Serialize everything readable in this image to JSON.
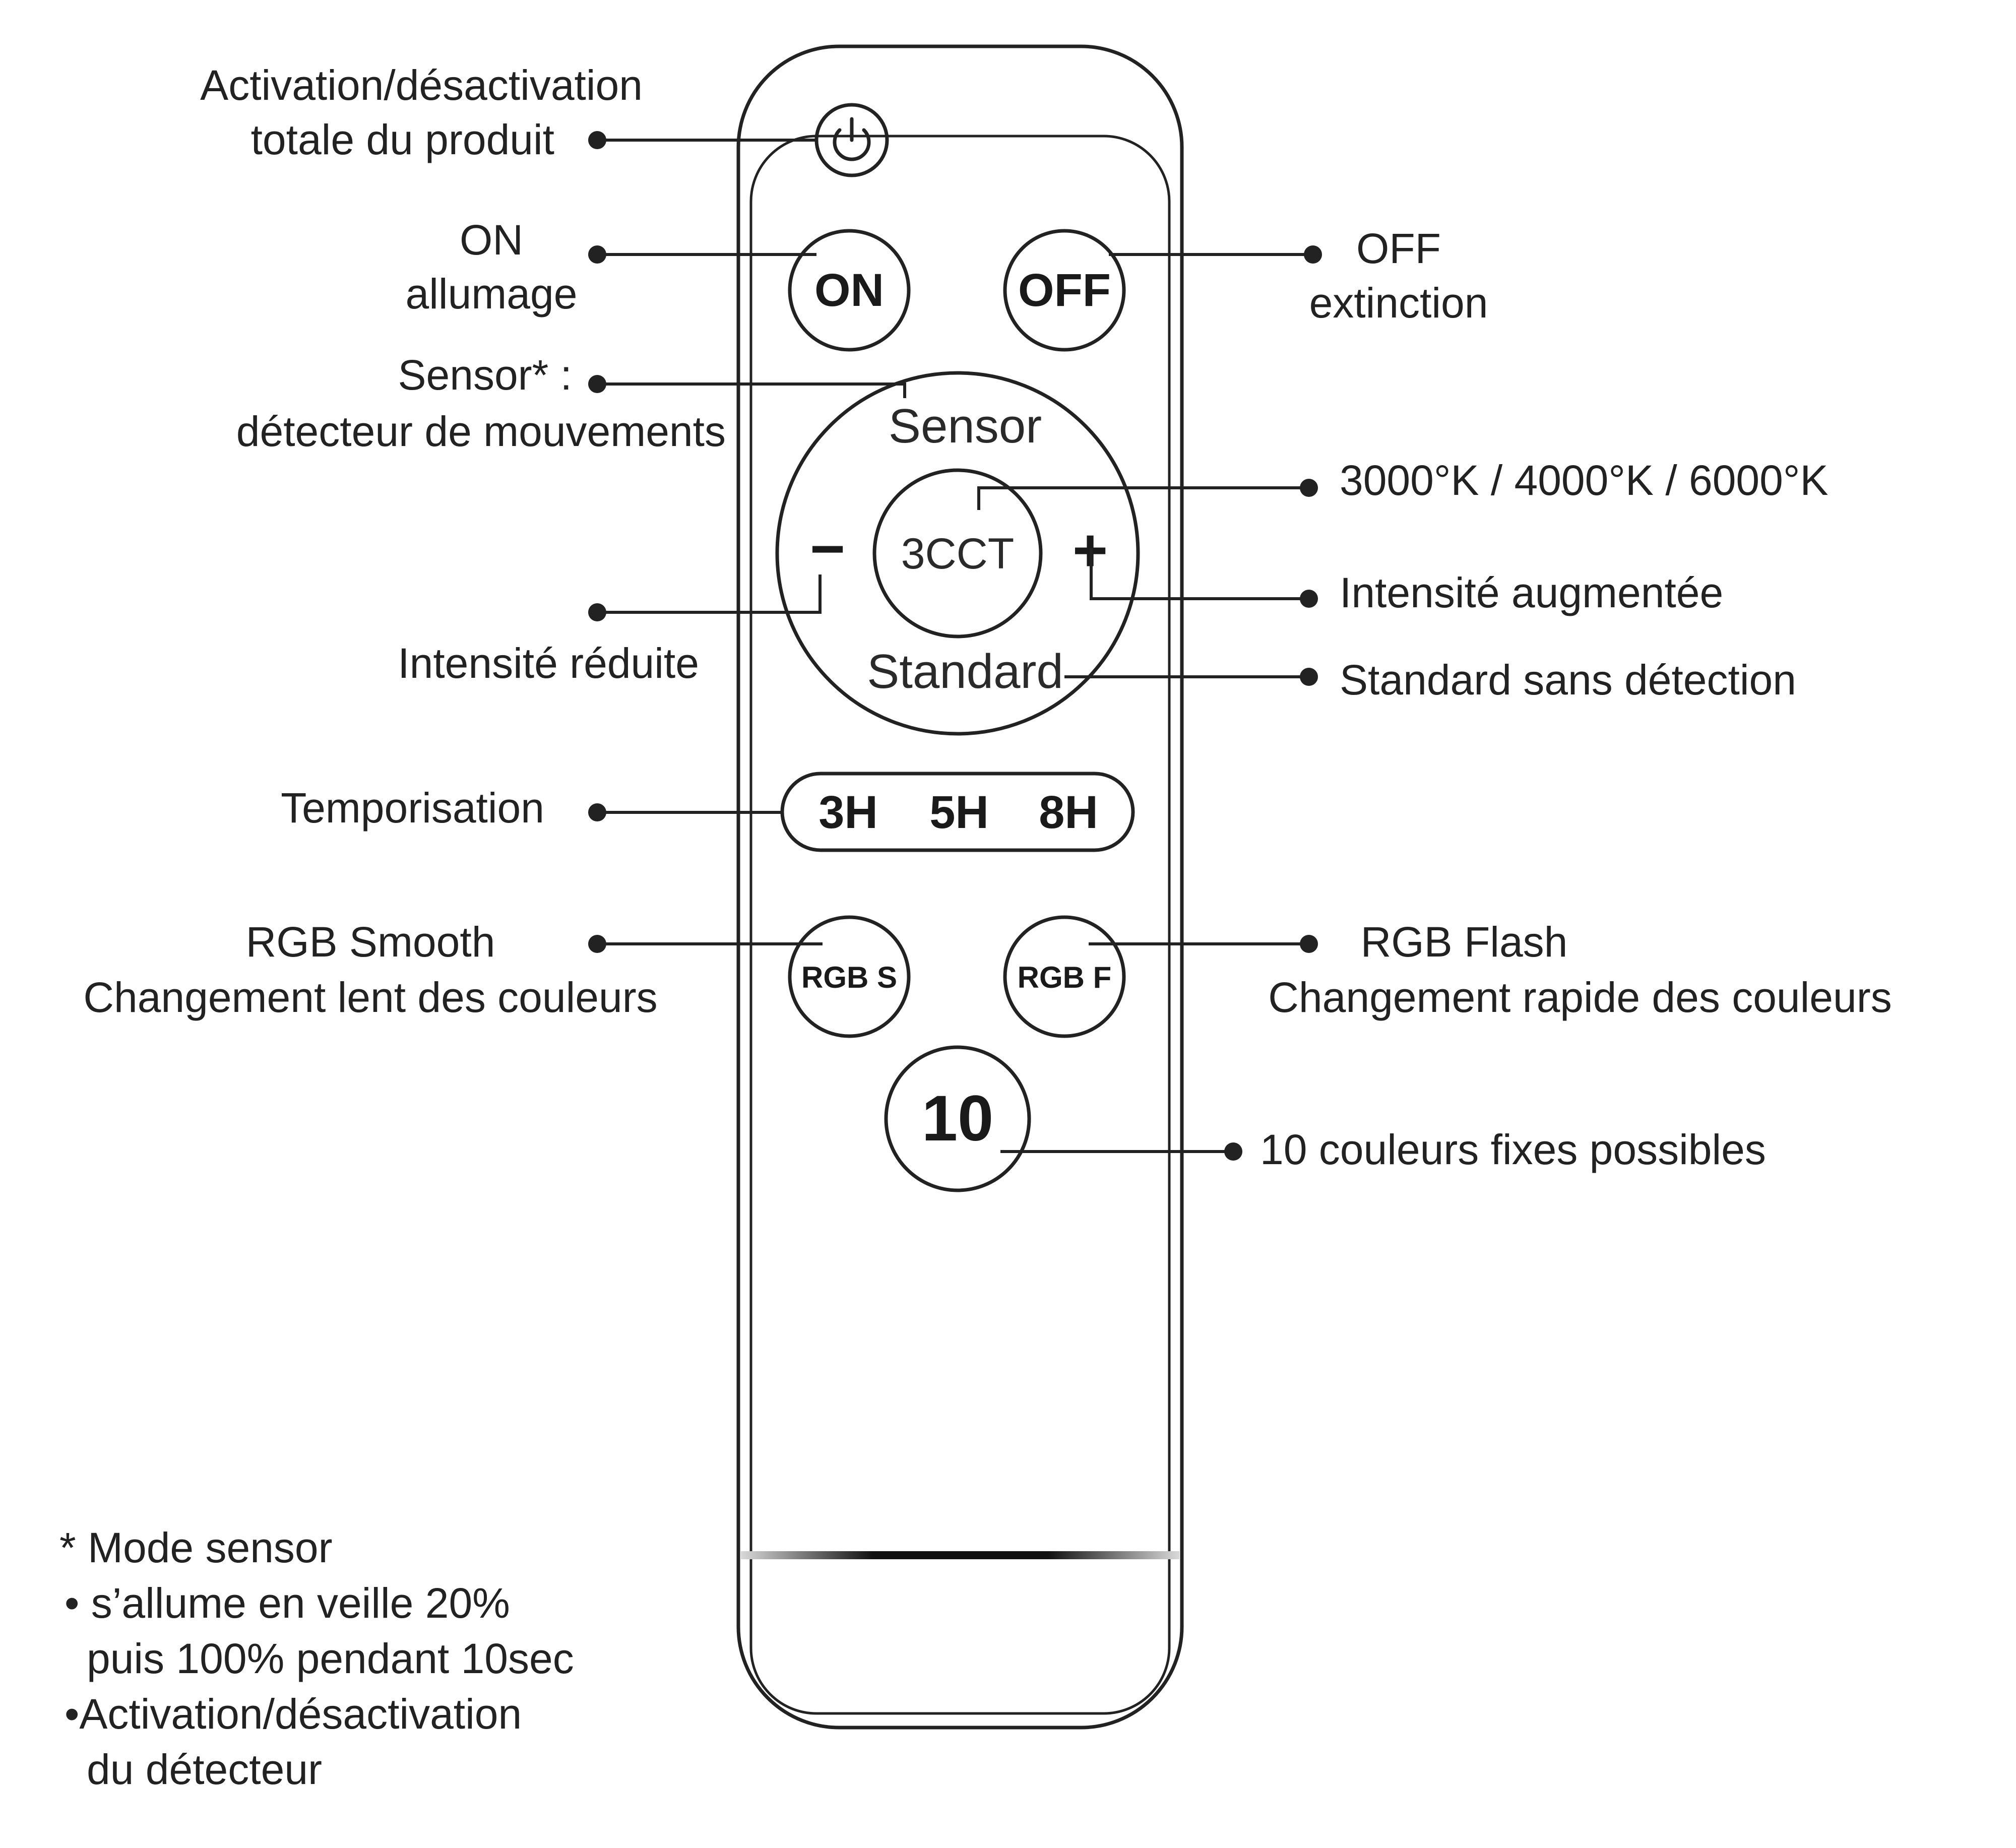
{
  "remote": {
    "buttons": {
      "on": "ON",
      "off": "OFF",
      "sensor": "Sensor",
      "cct": "3CCT",
      "minus": "−",
      "plus": "+",
      "standard": "Standard",
      "timer_3h": "3H",
      "timer_5h": "5H",
      "timer_8h": "8H",
      "rgb_s": "RGB S",
      "rgb_f": "RGB F",
      "ten": "10"
    }
  },
  "labels": {
    "power_1": "Activation/désactivation",
    "power_2": "totale du produit",
    "on_1": "ON",
    "on_2": "allumage",
    "off_1": "OFF",
    "off_2": "extinction",
    "sensor_1": "Sensor* :",
    "sensor_2": "détecteur de mouvements",
    "cct": "3000°K / 4000°K / 6000°K",
    "plus": "Intensité augmentée",
    "minus": "Intensité réduite",
    "standard": "Standard sans détection",
    "timer": "Temporisation",
    "rgb_s_1": "RGB Smooth",
    "rgb_s_2": "Changement lent des couleurs",
    "rgb_f_1": "RGB Flash",
    "rgb_f_2": "Changement rapide des couleurs",
    "ten": "10 couleurs fixes possibles"
  },
  "footnote": {
    "title": "* Mode sensor",
    "line1": "• s’allume en veille 20%",
    "line2": "puis 100% pendant 10sec",
    "line3": "•Activation/désactivation",
    "line4": "du détecteur"
  }
}
